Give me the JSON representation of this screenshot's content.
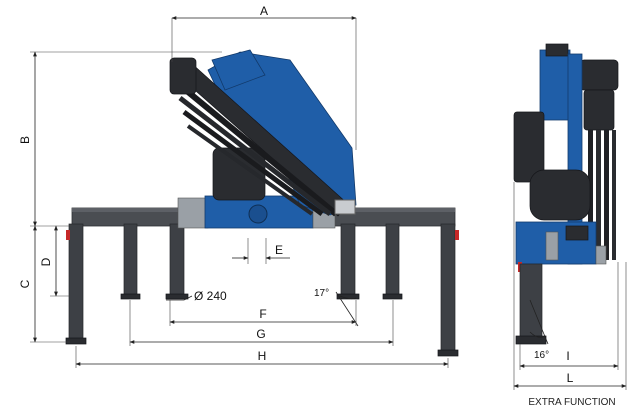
{
  "dimensions": {
    "A": "A",
    "B": "B",
    "C": "C",
    "D": "D",
    "E": "E",
    "F": "F",
    "G": "G",
    "H": "H",
    "I": "I",
    "L": "L"
  },
  "annotations": {
    "foot_diameter": "Ø 240",
    "side_angle": "17°",
    "rear_angle": "16°"
  },
  "caption": "EXTRA FUNCTION",
  "colors": {
    "crane_blue": "#1f5ea8",
    "beam_grey": "#4a4d52",
    "dimension_line": "#222222"
  }
}
